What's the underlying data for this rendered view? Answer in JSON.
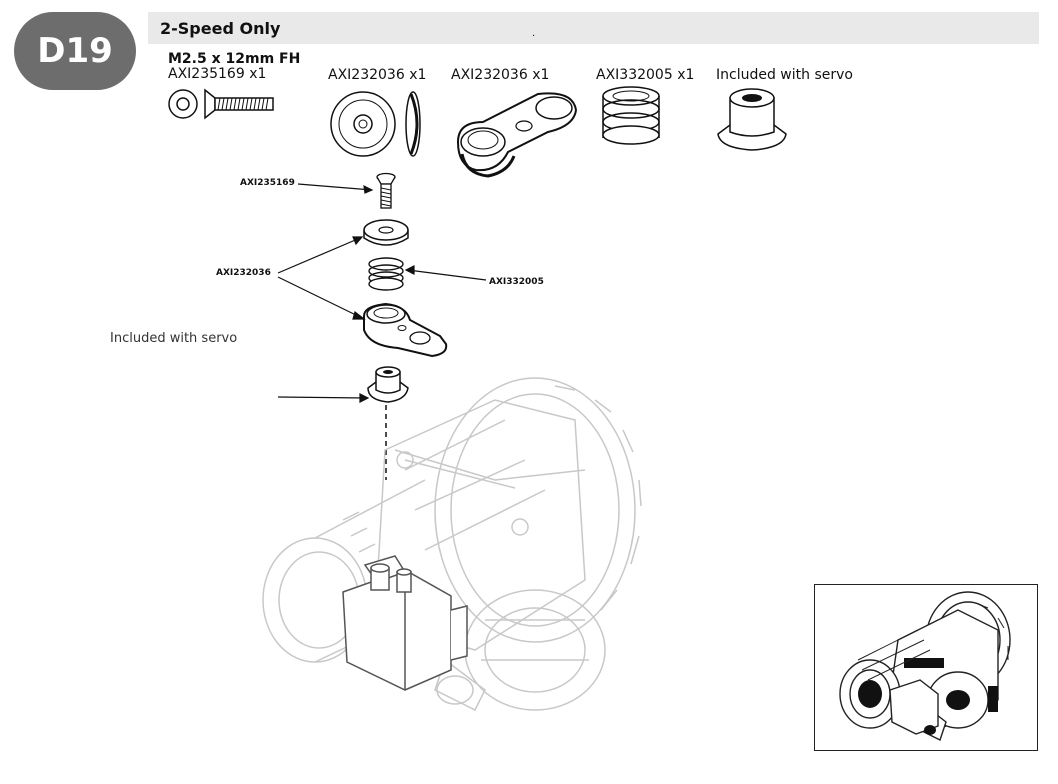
{
  "step": {
    "id": "D19",
    "title": "2-Speed Only",
    "dot": "."
  },
  "parts_row": {
    "screw_title": "M2.5 x 12mm FH",
    "screw_label": "AXI235169 x1",
    "washer_label": "AXI232036 x1",
    "horn_label": "AXI232036 x1",
    "spring_label": "AXI332005 x1",
    "servo_label": "Included with servo"
  },
  "callouts": {
    "screw": "AXI235169",
    "washer_horn": "AXI232036",
    "spring": "AXI332005",
    "servo_note": "Included with servo"
  },
  "colors": {
    "badge": "#6d6d6d",
    "header_bar": "#e9e9e9",
    "line": "#111111",
    "faded_line": "#c8c8c8"
  }
}
